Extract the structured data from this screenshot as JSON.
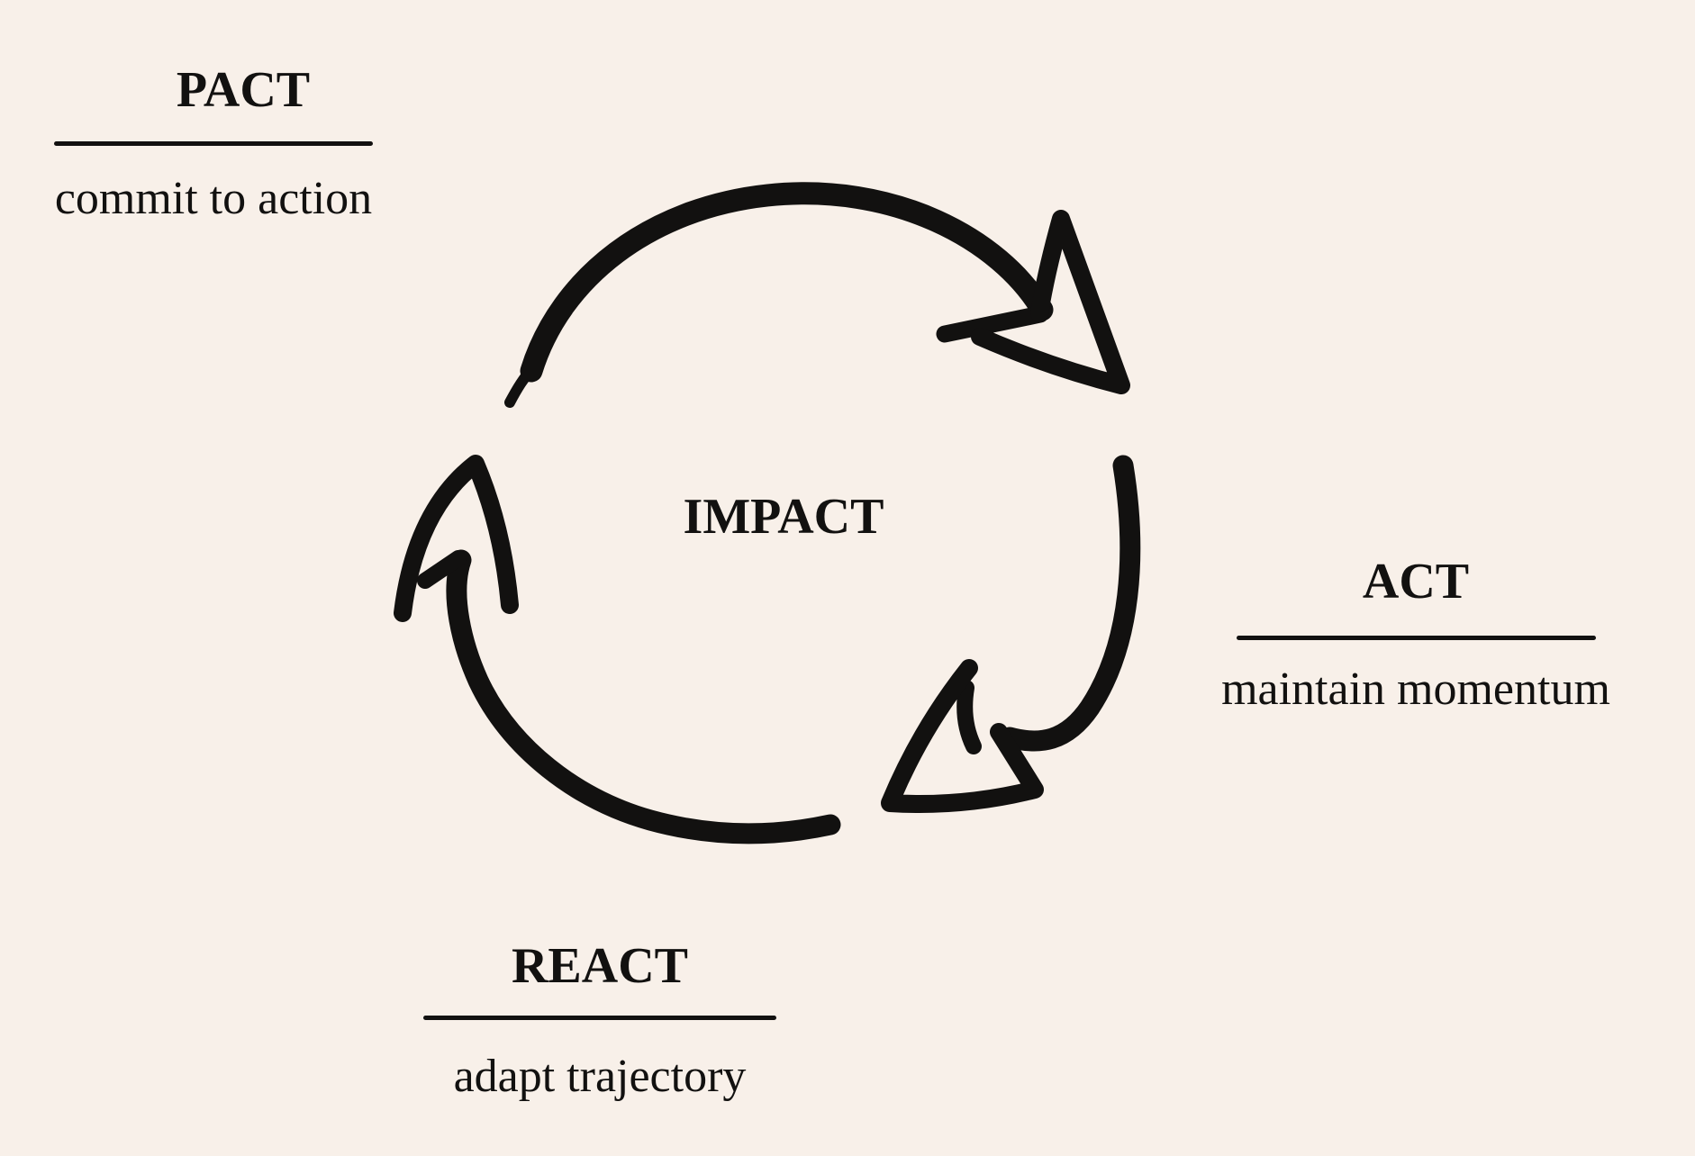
{
  "diagram": {
    "type": "cycle",
    "center_label": "IMPACT",
    "steps": [
      {
        "label": "PACT",
        "description": "commit to action",
        "position": "top-left"
      },
      {
        "label": "ACT",
        "description": "maintain momentum",
        "position": "right"
      },
      {
        "label": "REACT",
        "description": "adapt trajectory",
        "position": "bottom"
      }
    ],
    "icon": "cycle-arrows-icon",
    "direction": "clockwise",
    "colors": {
      "background": "#f8f0e9",
      "ink": "#121110"
    }
  }
}
